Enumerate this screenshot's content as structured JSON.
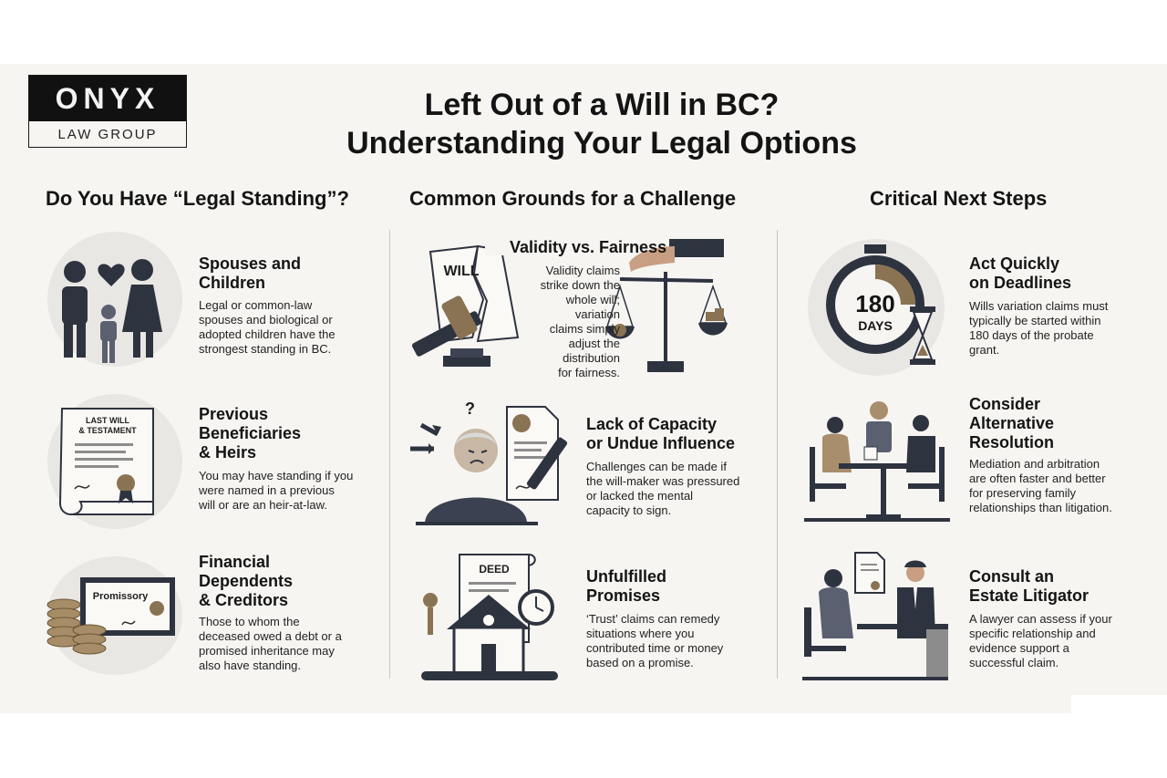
{
  "logo": {
    "name": "ONYX",
    "sub": "LAW GROUP"
  },
  "title": {
    "line1": "Left Out of a Will in BC?",
    "line2": "Understanding Your Legal Options"
  },
  "columns": [
    {
      "heading": "Do You Have “Legal Standing”?",
      "items": [
        {
          "heading": [
            "Spouses and",
            "Children"
          ],
          "body": [
            "Legal or common-law",
            "spouses and biological or",
            "adopted children have the",
            "strongest standing in BC."
          ]
        },
        {
          "heading": [
            "Previous",
            "Beneficiaries",
            "& Heirs"
          ],
          "body": [
            "You may have standing if you",
            "were named in a previous",
            "will or are an heir-at-law."
          ]
        },
        {
          "heading": [
            "Financial",
            "Dependents",
            "& Creditors"
          ],
          "body": [
            "Those to whom the",
            "deceased owed a debt or a",
            "promised inheritance may",
            "also have standing."
          ]
        }
      ]
    },
    {
      "heading": "Common Grounds for a Challenge",
      "items": [
        {
          "heading": [
            "Validity vs. Fairness"
          ],
          "body": [
            "Validity claims",
            "strike down the",
            "whole will;",
            "variation",
            "claims simply",
            "adjust the",
            "distribution",
            "for fairness."
          ]
        },
        {
          "heading": [
            "Lack of Capacity",
            "or Undue Influence"
          ],
          "body": [
            "Challenges can be made if",
            "the will-maker was pressured",
            "or lacked the mental",
            "capacity to sign."
          ]
        },
        {
          "heading": [
            "Unfulfilled",
            "Promises"
          ],
          "body": [
            "‘Trust’ claims can remedy",
            "situations where you",
            "contributed time or money",
            "based on a promise."
          ]
        }
      ]
    },
    {
      "heading": "Critical Next Steps",
      "items": [
        {
          "heading": [
            "Act Quickly",
            "on Deadlines"
          ],
          "body": [
            "Wills variation claims must",
            "typically be started within",
            "180 days of the probate",
            "grant."
          ]
        },
        {
          "heading": [
            "Consider",
            "Alternative",
            "Resolution"
          ],
          "body": [
            "Mediation and arbitration",
            "are often faster and better",
            "for preserving family",
            "relationships than litigation."
          ]
        },
        {
          "heading": [
            "Consult an",
            "Estate Litigator"
          ],
          "body": [
            "A lawyer can assess if your",
            "specific relationship and",
            "evidence support a",
            "successful claim."
          ]
        }
      ]
    }
  ],
  "icon_labels": {
    "will": "WILL",
    "last_will": [
      "LAST WILL",
      "& TESTAMENT"
    ],
    "promissory": "Promissory",
    "deed": "DEED",
    "timer_number": "180",
    "timer_unit": "DAYS",
    "question": "?"
  },
  "icons": [
    "family-icon",
    "testament-scroll-icon",
    "promissory-note-coins-icon",
    "torn-will-gavel-scales-icon",
    "confused-elder-document-icon",
    "house-deed-clock-icon",
    "stopwatch-hourglass-icon",
    "mediation-table-icon",
    "lawyer-consultation-icon"
  ],
  "colors": {
    "accent": "#8a7352",
    "dark": "#2e3340",
    "text": "#141414",
    "panel": "#f6f5f2"
  }
}
